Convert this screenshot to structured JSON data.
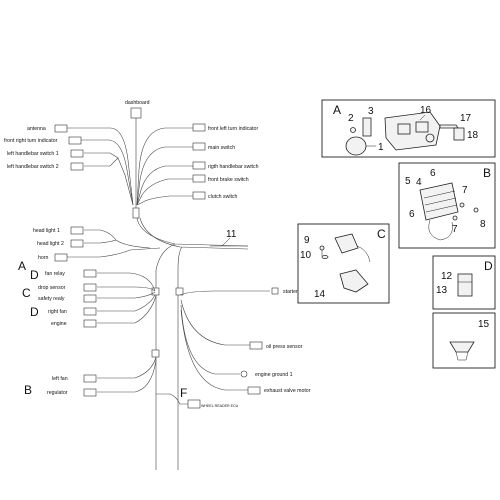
{
  "labels": {
    "dashboard": "dashboard",
    "antenna": "antenna",
    "front_right_turn": "front right turn indicator",
    "left_hb_switch_1": "left handlebar switch 1",
    "left_hb_switch_2": "left handlebar switch 2",
    "front_left_turn": "front left turn indicator",
    "main_switch": "main switch",
    "right_hb_switch": "rigth handlebar switch",
    "front_brake_switch": "front brake switch",
    "clutch_switch": "clutch switch",
    "head_light_1": "head light 1",
    "head_light_2": "head light 2",
    "horn": "horn",
    "fan_relay": "fan relay",
    "drop_sensor": "drop sensor",
    "safety_realy": "safety realy",
    "right_fan": "right fan",
    "engine": "engine",
    "left_fan": "left fan",
    "regulator": "regulator",
    "starter_motor": "starter motor",
    "oil_press_sensor": "oil press sensor",
    "engine_ground_1": "engine ground 1",
    "exhaust_valve_motor": "exhaust valve motor",
    "wheel_reader_ecu": "WHEEL READER ECU"
  },
  "letters": {
    "A": "A",
    "B": "B",
    "C": "C",
    "D": "D",
    "F": "F"
  },
  "parts": {
    "n1": "1",
    "n2": "2",
    "n3": "3",
    "n4": "4",
    "n5": "5",
    "n6": "6",
    "n7": "7",
    "n8": "8",
    "n9": "9",
    "n10": "10",
    "n11": "11",
    "n12": "12",
    "n13": "13",
    "n14": "14",
    "n15": "15",
    "n16": "16",
    "n17": "17",
    "n18": "18"
  },
  "colors": {
    "line": "#444444",
    "text": "#111111",
    "background": "#ffffff"
  }
}
